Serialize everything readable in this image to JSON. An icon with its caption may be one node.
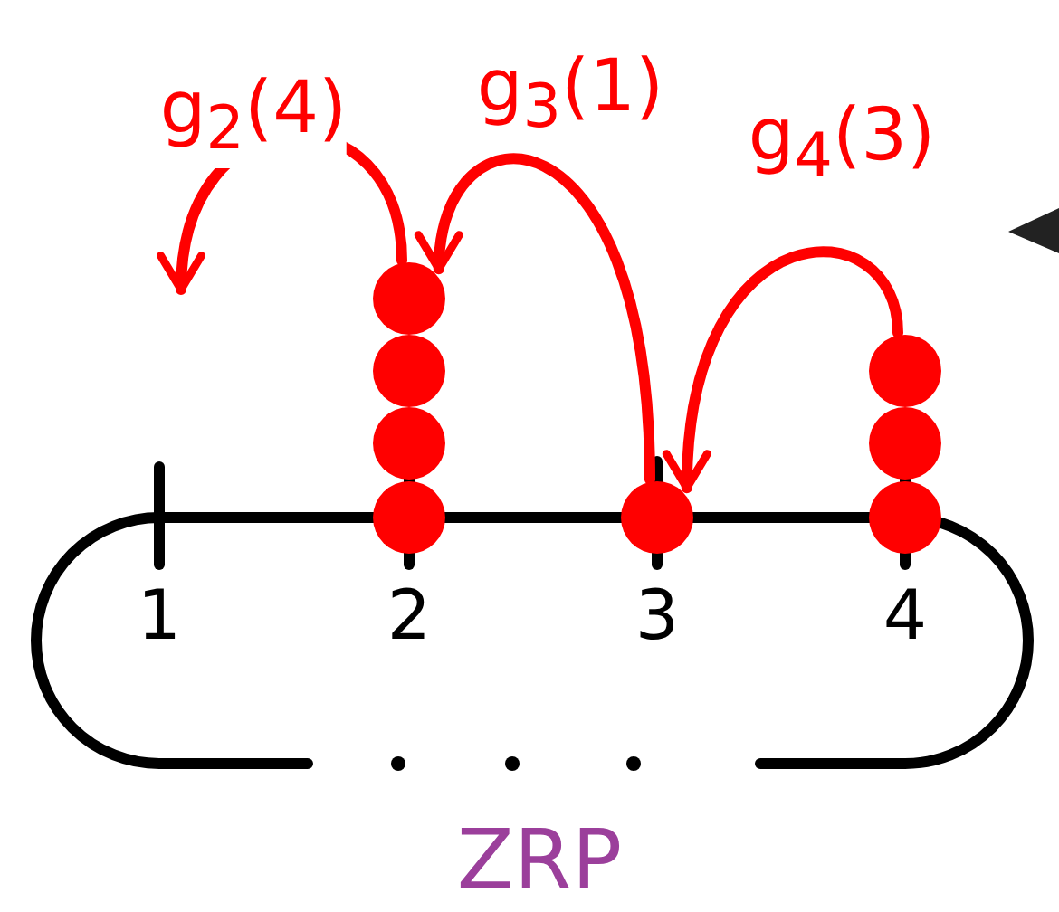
{
  "diagram": {
    "caption": "ZRP",
    "nodes": [
      {
        "text": [],
        "shape": "circle"
      },
      {
        "text": [],
        "shape": "circle"
      },
      {
        "text": [],
        "shape": "circle"
      },
      {
        "text": [],
        "shape": "circle"
      },
      {
        "text": [],
        "shape": "circle"
      },
      {
        "text": [],
        "shape": "circle"
      },
      {
        "text": [],
        "shape": "circle"
      },
      {
        "text": [],
        "shape": "circle"
      }
    ],
    "edges": [
      {
        "from": 0,
        "to": null,
        "arrow": "to",
        "label": "g$_{2}$(4)"
      },
      {
        "from": 4,
        "to": 0,
        "arrow": "to",
        "label": "g$_{3}$(1)"
      },
      {
        "from": 5,
        "to": 4,
        "arrow": "to",
        "label": "g$_{4}$(3)"
      }
    ],
    "labels": [
      "1",
      "2",
      "3",
      "4"
    ]
  }
}
